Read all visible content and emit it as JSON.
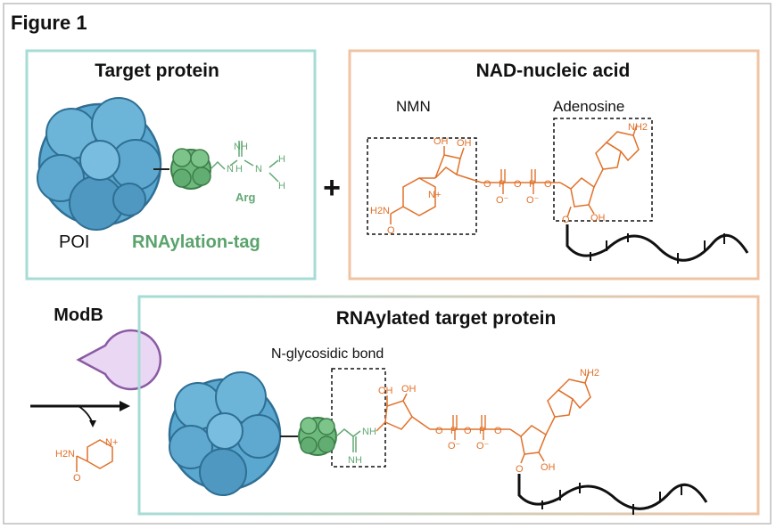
{
  "figure_title": "Figure 1",
  "panels": {
    "target": {
      "title": "Target protein",
      "poi_label": "POI",
      "tag_label": "RNAylation-tag",
      "arg_label": "Arg"
    },
    "nad": {
      "title": "NAD-nucleic acid",
      "nmn_label": "NMN",
      "adenosine_label": "Adenosine"
    },
    "enzyme": {
      "name": "ModB"
    },
    "product": {
      "title": "RNAylated target protein",
      "bond_label": "N-glycosidic bond"
    }
  },
  "operators": {
    "plus": "+"
  },
  "chem": {
    "nh": "NH",
    "nh2": "NH2",
    "h": "H",
    "n": "N",
    "nplus": "N+",
    "o": "O",
    "ominus": "O⁻",
    "oh": "OH",
    "p": "P",
    "h2n": "H2N"
  },
  "colors": {
    "teal_border": "#a6dcd6",
    "orange_border": "#f0c3a3",
    "protein_blue": "#5aa7cf",
    "tag_green": "#6db87c",
    "arg_green": "#62a873",
    "chem_orange": "#e0712a",
    "enzyme_fill": "#e9d7f4",
    "enzyme_stroke": "#8a5aa3"
  }
}
